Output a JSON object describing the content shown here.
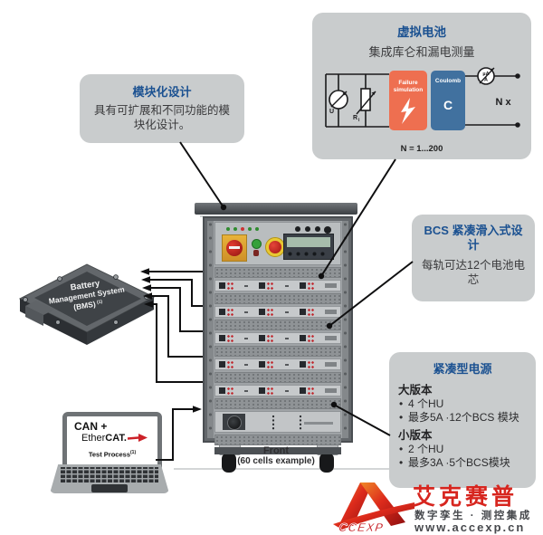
{
  "colors": {
    "accent_blue": "#1b5191",
    "logo_red": "#d7261f",
    "box_gray": "#c9cccd",
    "failure_orange": "#ee6f50",
    "coulomb_blue": "#41719f"
  },
  "callouts": {
    "modular": {
      "title": "模块化设计",
      "body": "具有可扩展和不同功能的模块化设计。"
    },
    "virtual_battery": {
      "title": "虚拟电池",
      "subtitle": "集成库仑和漏电测量",
      "failure_line1": "Failure",
      "failure_line2": "simulation",
      "coulomb_label": "Coulomb",
      "c_label": "C",
      "u_label": "U",
      "r_label": "R",
      "r_sub": "i",
      "meter_top": "µA",
      "meter_bottom": "A",
      "n_x": "N x",
      "n_range": "N = 1...200"
    },
    "bcs": {
      "title": "BCS 紧凑滑入式设计",
      "body": "每轨可达12个电池电芯"
    },
    "power": {
      "title": "紧凑型电源",
      "large_title": "大版本",
      "large_items": [
        "4 个HU",
        "最多5A ·12个BCS 模块"
      ],
      "small_title": "小版本",
      "small_items": [
        "2 个HU",
        "最多3A ·5个BCS模块"
      ]
    }
  },
  "bms": {
    "line1": "Battery",
    "line2": "Management System",
    "line3": "(BMS)",
    "sup": "(1)"
  },
  "laptop": {
    "line1": "CAN +",
    "ethercat_prefix": "Ether",
    "ethercat_bold": "CAT.",
    "test_process": "Test Process",
    "sup": "(1)"
  },
  "rack": {
    "front_line1": "Front",
    "front_line2": "(60 cells example)"
  },
  "logo": {
    "acronym": "CCEXP",
    "name": "艾克赛普",
    "tagline": "数字孪生 · 测控集成",
    "url": "www.accexp.cn"
  }
}
